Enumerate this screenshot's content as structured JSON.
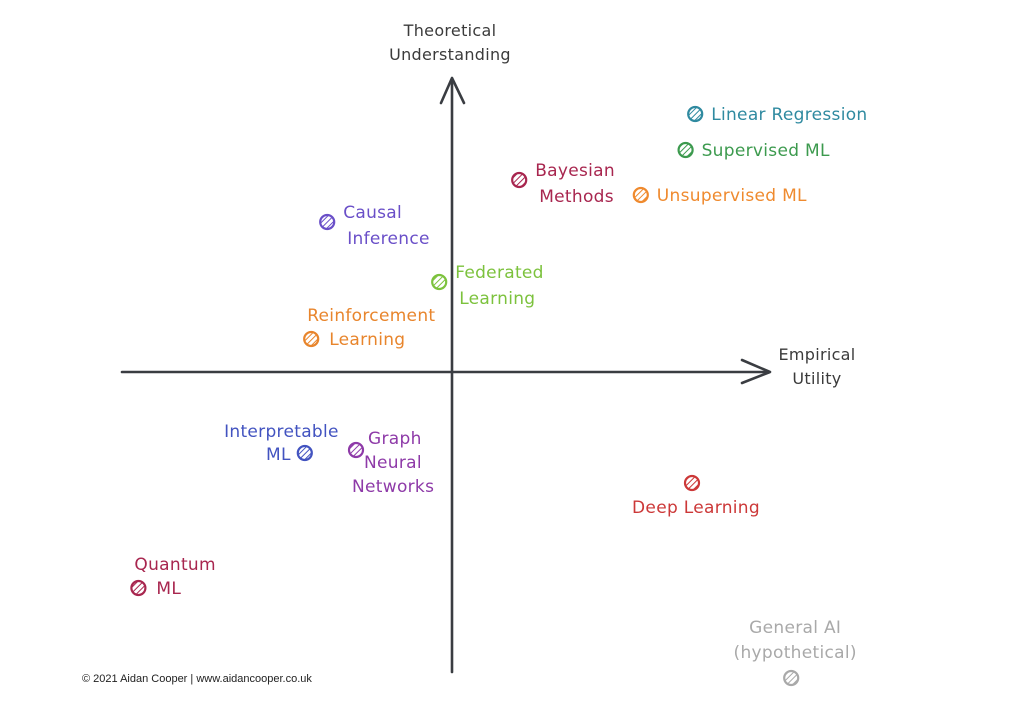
{
  "chart_data": {
    "type": "scatter",
    "title": "",
    "xlabel": [
      "Empirical",
      "Utility"
    ],
    "ylabel": [
      "Theoretical",
      "Understanding"
    ],
    "xlim": [
      -10.5,
      10
    ],
    "ylim": [
      -10.5,
      9.8
    ],
    "grid": false,
    "legend": "none",
    "points": [
      {
        "label": [
          "Linear Regression"
        ],
        "x": 7.6,
        "y": 8.6,
        "color": "#2f8aa0",
        "label_side": "right"
      },
      {
        "label": [
          "Supervised ML"
        ],
        "x": 7.3,
        "y": 7.4,
        "color": "#3c9a4e",
        "label_side": "right"
      },
      {
        "label": [
          "Unsupervised ML"
        ],
        "x": 5.9,
        "y": 5.9,
        "color": "#ef8a2e",
        "label_side": "right"
      },
      {
        "label": [
          "Bayesian",
          "Methods"
        ],
        "x": 2.1,
        "y": 6.4,
        "color": "#a8264f",
        "label_side": "right-stacked"
      },
      {
        "label": [
          "Causal",
          "Inference"
        ],
        "x": -3.9,
        "y": 5.0,
        "color": "#6a4fc8",
        "label_side": "right-stacked"
      },
      {
        "label": [
          "Federated",
          "Learning"
        ],
        "x": -0.4,
        "y": 3.0,
        "color": "#7cc23d",
        "label_side": "right-stacked"
      },
      {
        "label": [
          "Reinforcement",
          "Learning"
        ],
        "x": -4.4,
        "y": 1.1,
        "color": "#e8852c",
        "label_side": "above-right"
      },
      {
        "label": [
          "Interpretable",
          "ML"
        ],
        "x": -4.6,
        "y": -2.7,
        "color": "#4253c0",
        "label_side": "left-stacked"
      },
      {
        "label": [
          "Graph",
          "Neural",
          "Networks"
        ],
        "x": -3.0,
        "y": -2.6,
        "color": "#8e3aa8",
        "label_side": "right-stacked-down"
      },
      {
        "label": [
          "Deep Learning"
        ],
        "x": 7.5,
        "y": -3.7,
        "color": "#cc3838",
        "label_side": "below"
      },
      {
        "label": [
          "Quantum",
          "ML"
        ],
        "x": -9.8,
        "y": -7.2,
        "color": "#a8264f",
        "label_side": "above-right"
      },
      {
        "label": [
          "General AI",
          "(hypothetical)"
        ],
        "x": 10.6,
        "y": -10.2,
        "color": "#a9a9a9",
        "label_side": "above"
      }
    ]
  },
  "credit": "© 2021 Aidan Cooper | www.aidancooper.co.uk"
}
